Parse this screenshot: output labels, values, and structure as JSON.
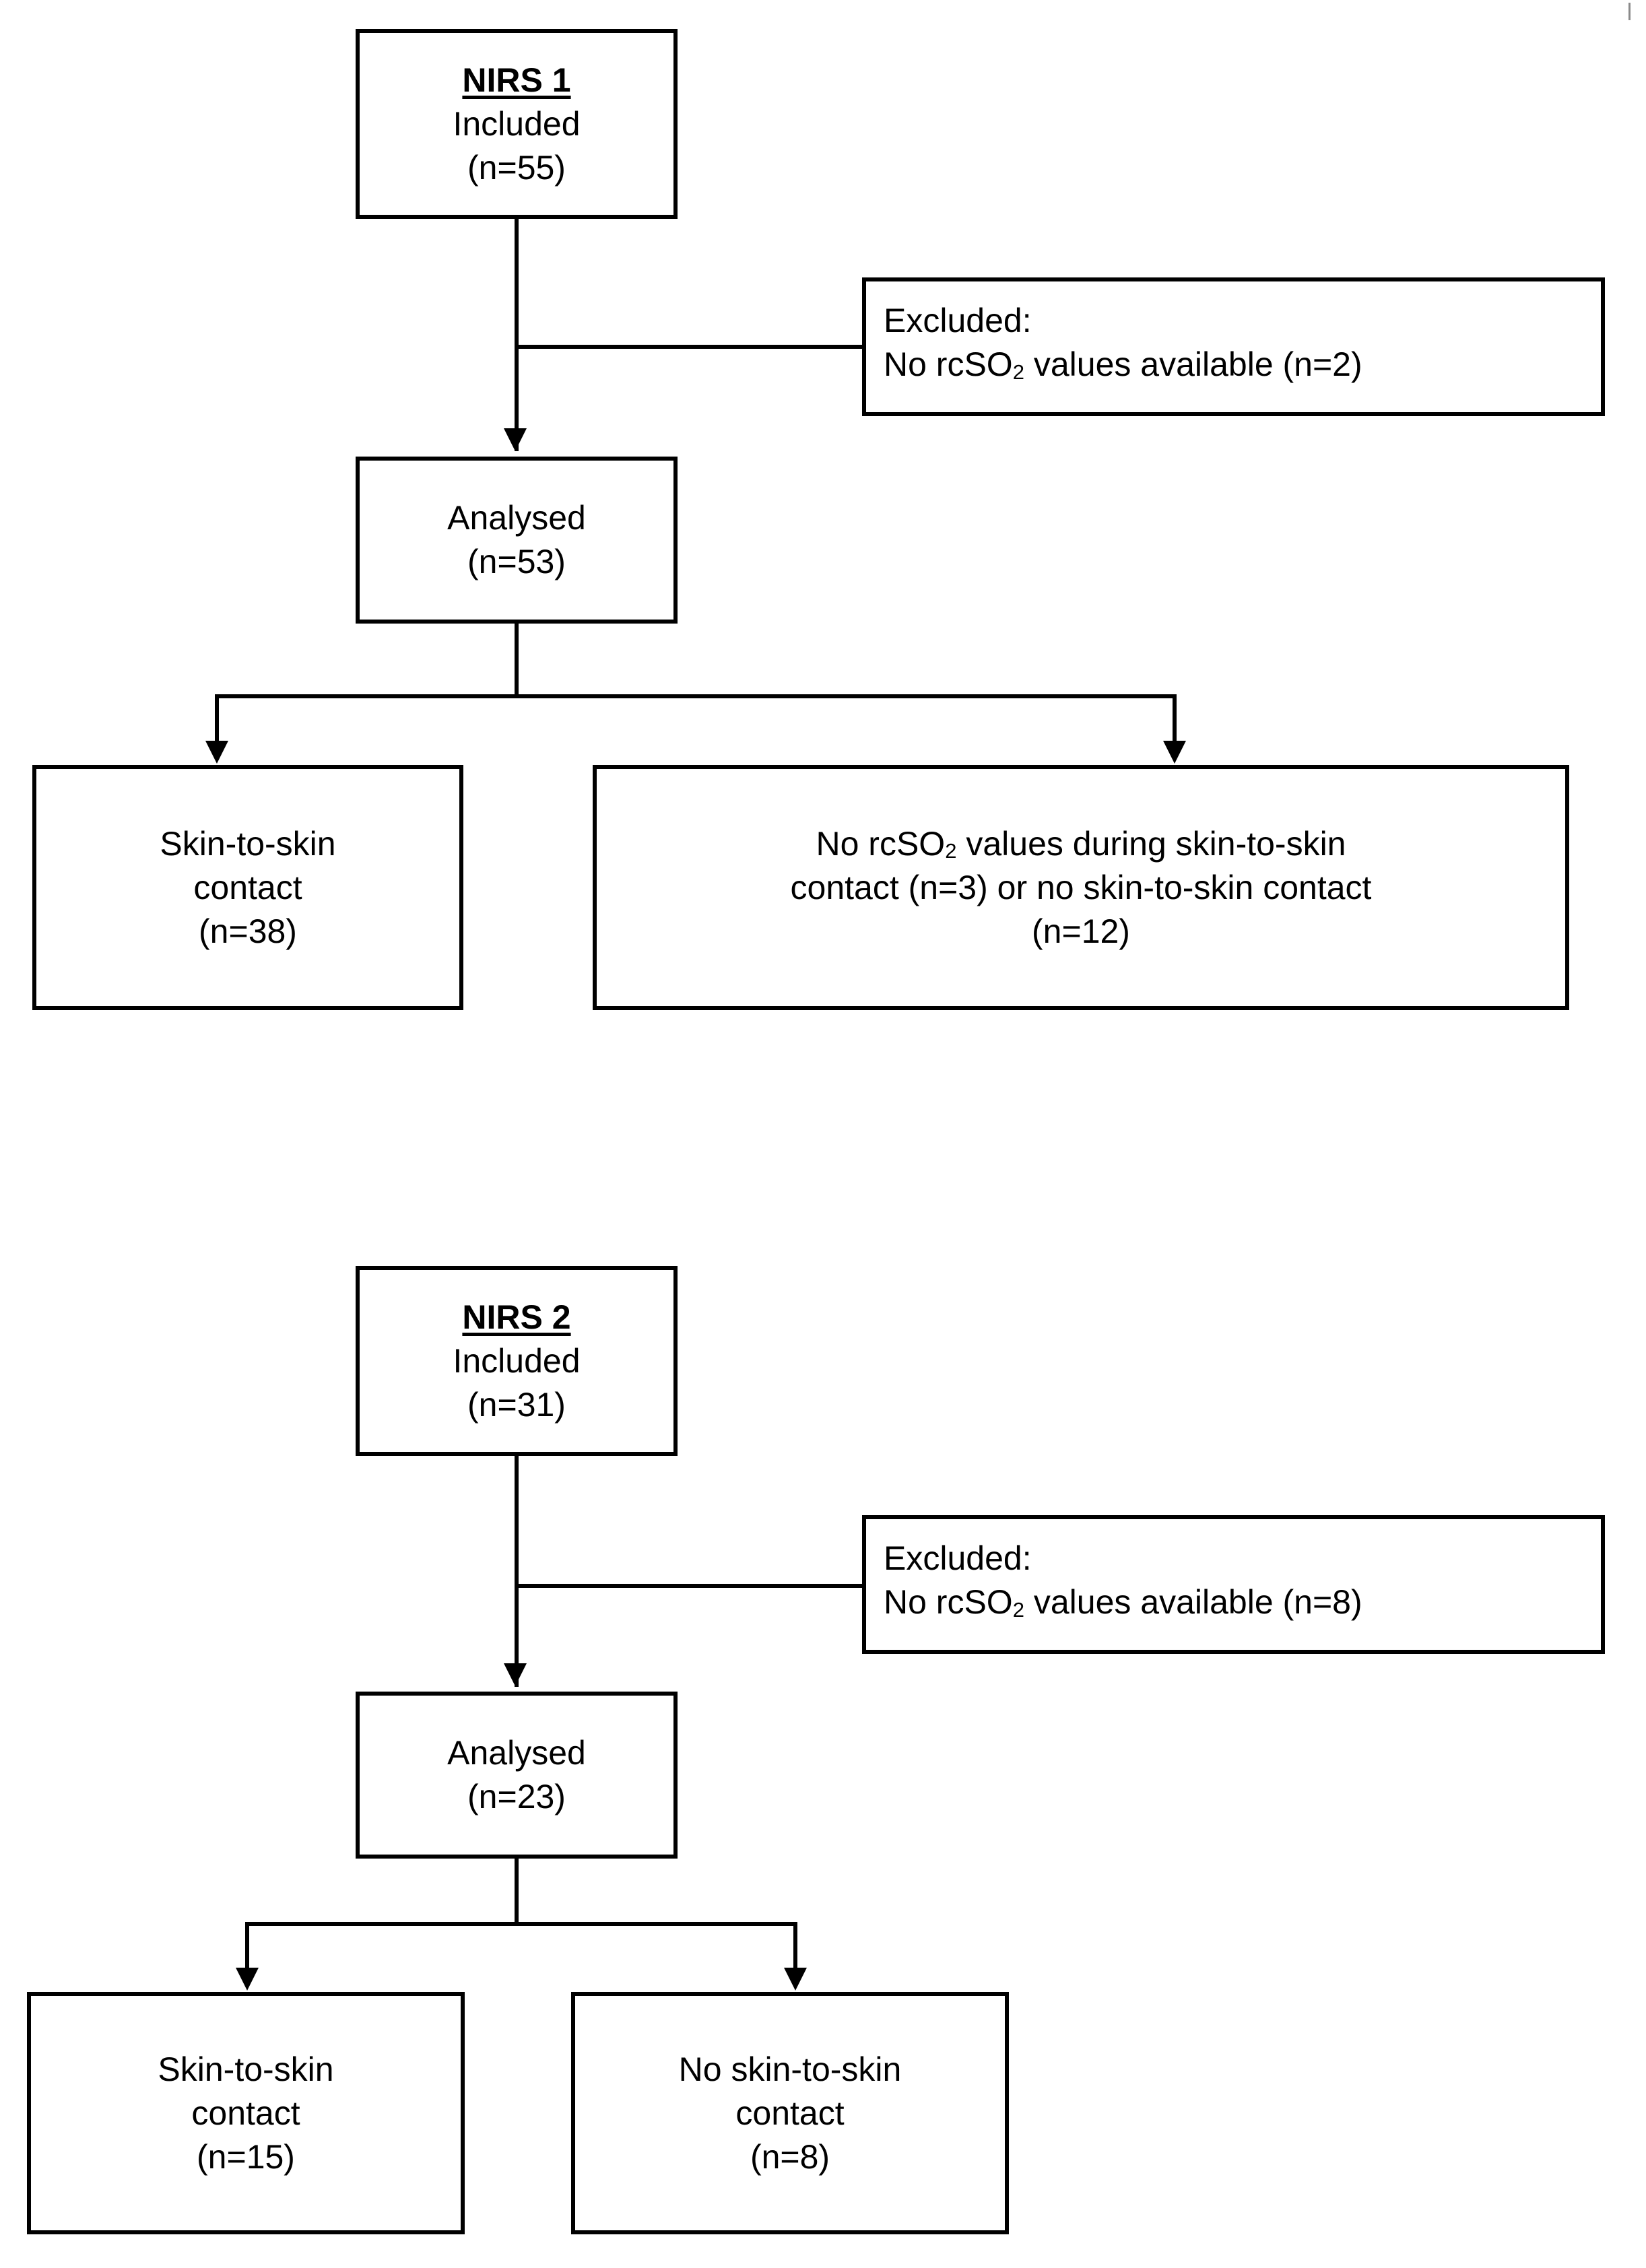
{
  "figure": {
    "kind": "study-flow-diagram",
    "background_color": "#ffffff",
    "line_color": "#000000"
  },
  "charts": [
    {
      "id": "nirs-1",
      "nodes": {
        "included": {
          "title": "NIRS 1",
          "line2": "Included",
          "line3": "(n=55)"
        },
        "excluded": {
          "line1": "Excluded:",
          "line2_prefix": "No rcSO",
          "line2_sub": "2",
          "line2_suffix": " values available  (n=2)"
        },
        "analysed": {
          "line1": "Analysed",
          "line2": "(n=53)"
        },
        "branch_left": {
          "line1": "Skin-to-skin",
          "line2": "contact",
          "line3": "(n=38)"
        },
        "branch_right": {
          "line1_prefix": "No rcSO",
          "line1_sub": "2",
          "line1_suffix": " values during skin-to-skin",
          "line2": "contact (n=3) or no skin-to-skin contact",
          "line3": "(n=12)"
        }
      }
    },
    {
      "id": "nirs-2",
      "nodes": {
        "included": {
          "title": "NIRS 2",
          "line2": "Included",
          "line3": "(n=31)"
        },
        "excluded": {
          "line1": "Excluded:",
          "line2_prefix": "No rcSO",
          "line2_sub": "2",
          "line2_suffix": " values available  (n=8)"
        },
        "analysed": {
          "line1": "Analysed",
          "line2": "(n=23)"
        },
        "branch_left": {
          "line1": "Skin-to-skin",
          "line2": "contact",
          "line3": "(n=15)"
        },
        "branch_right": {
          "line1": "No skin-to-skin",
          "line2": "contact",
          "line3": "(n=8)"
        }
      }
    }
  ]
}
